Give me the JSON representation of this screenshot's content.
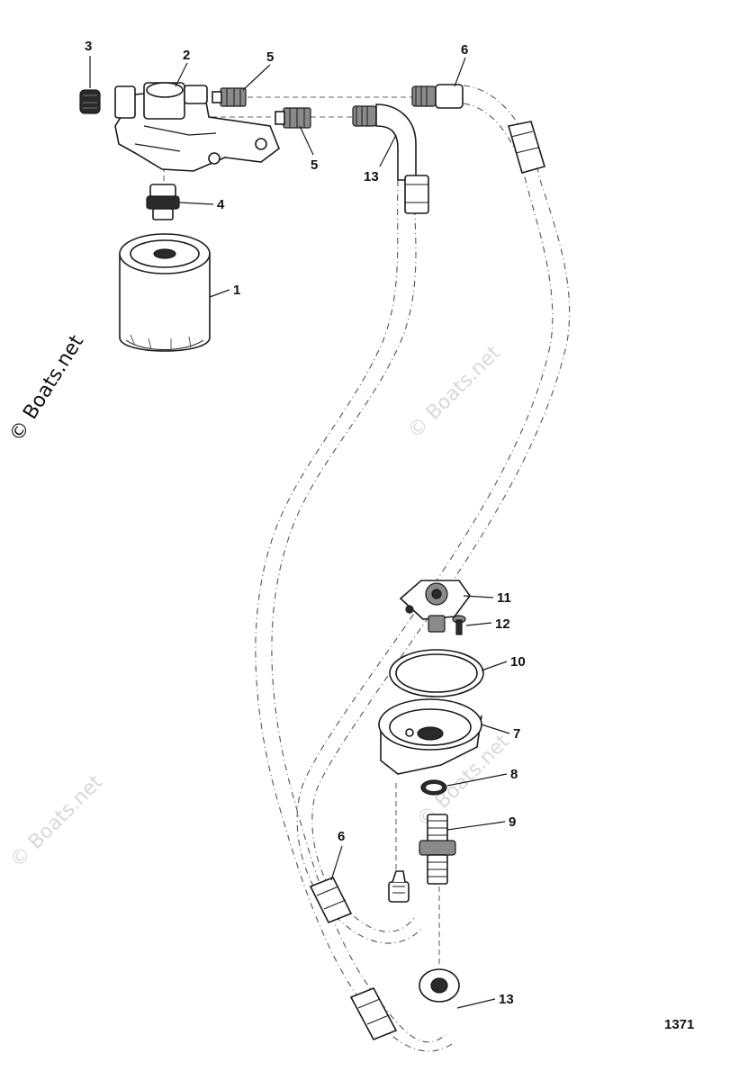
{
  "diagram": {
    "figure_number": "1371",
    "watermark_text": "© Boats.net",
    "callouts": {
      "c1": "1",
      "c2": "2",
      "c3": "3",
      "c4": "4",
      "c5a": "5",
      "c5b": "5",
      "c6a": "6",
      "c6b": "6",
      "c7": "7",
      "c8": "8",
      "c9": "9",
      "c10": "10",
      "c11": "11",
      "c12": "12",
      "c13a": "13",
      "c13b": "13"
    }
  }
}
